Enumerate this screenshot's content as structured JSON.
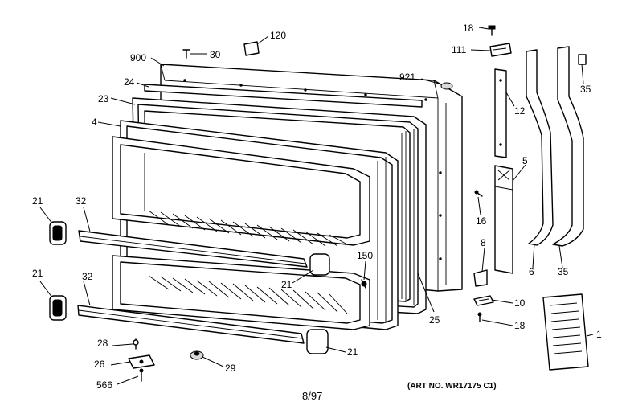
{
  "callouts": {
    "c18_top": "18",
    "c120": "120",
    "c900": "900",
    "c30": "30",
    "c111": "111",
    "c24": "24",
    "c921": "921",
    "c35_top": "35",
    "c23": "23",
    "c12": "12",
    "c4": "4",
    "c5": "5",
    "c21_a": "21",
    "c32_a": "32",
    "c16": "16",
    "c21_b": "21",
    "c8": "8",
    "c150": "150",
    "c6": "6",
    "c35_bot": "35",
    "c32_b": "32",
    "c21_c": "21",
    "c10": "10",
    "c21_d": "21",
    "c18_bot": "18",
    "c25": "25",
    "c1": "1",
    "c28": "28",
    "c26": "26",
    "c29": "29",
    "c566": "566"
  },
  "footer": {
    "date": "8/97",
    "art_no": "(ART NO. WR17175 C1)"
  }
}
